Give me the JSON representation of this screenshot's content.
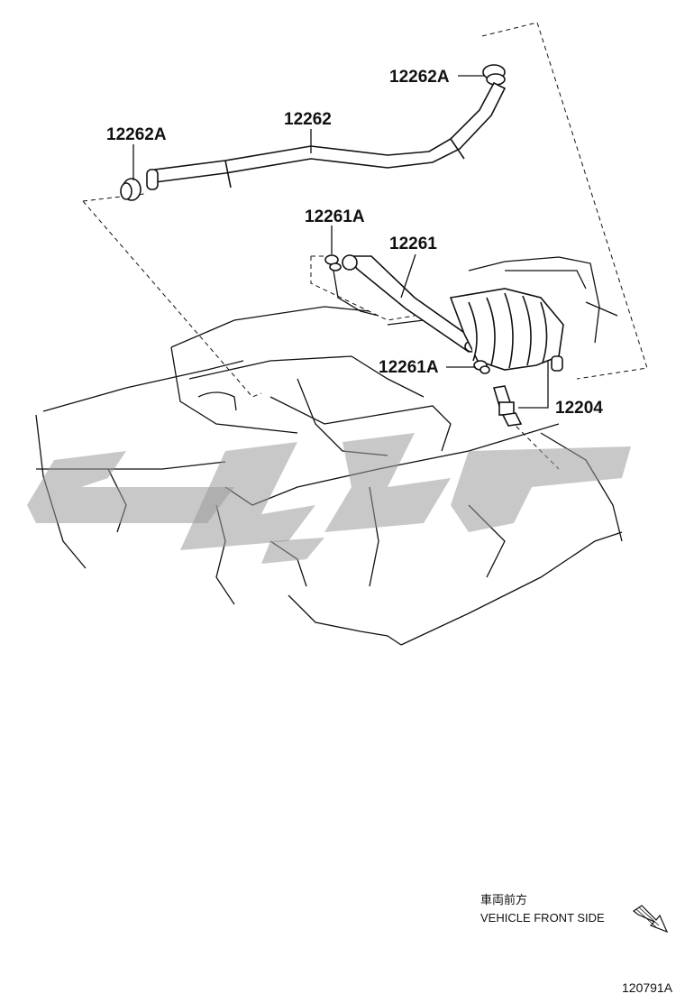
{
  "callouts": {
    "clamp_top": "12262A",
    "hose_upper": "12262",
    "clamp_left": "12262A",
    "clip_top": "12261A",
    "hose_lower": "12261",
    "clip_bottom": "12261A",
    "pcv_valve": "12204"
  },
  "direction": {
    "japanese": "車両前方",
    "english": "VEHICLE FRONT SIDE",
    "icon": "arrow-down-right-icon"
  },
  "reference_code": "120791A",
  "colors": {
    "line": "#111111",
    "watermark": "#9a9a9a",
    "background": "#ffffff"
  }
}
